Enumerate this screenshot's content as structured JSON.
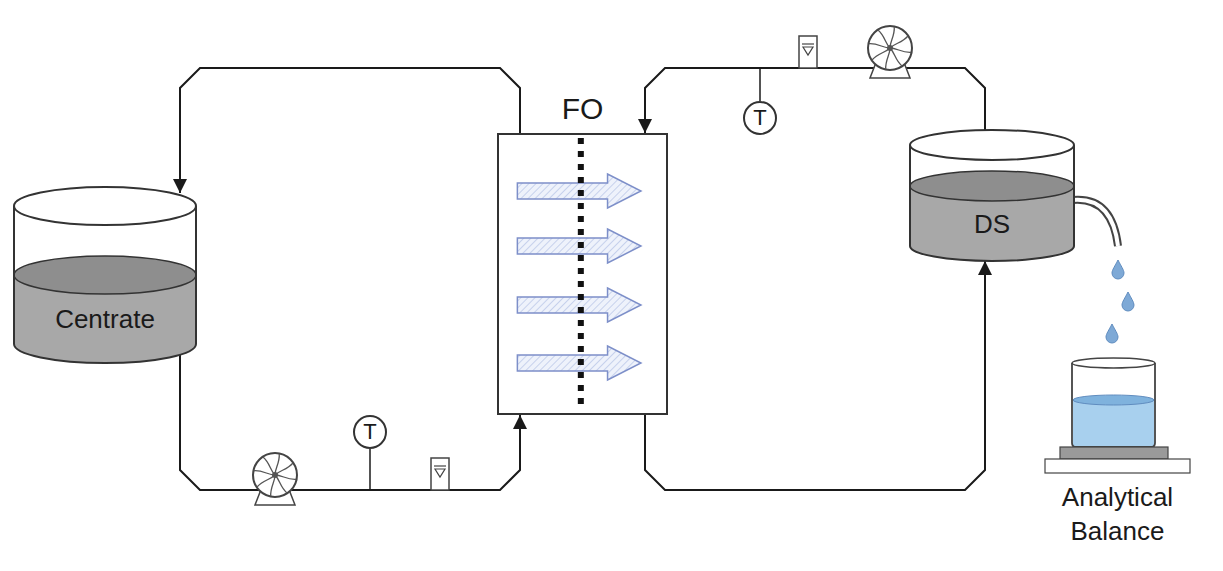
{
  "diagram": {
    "nodes": [
      {
        "text": [
          "Centrate"
        ]
      },
      {
        "text": [
          "FO"
        ]
      },
      {
        "text": [
          "DS"
        ]
      },
      {
        "text": [
          "Analytical Balance"
        ]
      },
      {
        "text": [
          "T"
        ]
      },
      {
        "text": [
          "T"
        ]
      }
    ],
    "edges": [
      {
        "from": 0,
        "to": 1,
        "arrow": "to"
      },
      {
        "from": 1,
        "to": 0,
        "arrow": "to"
      },
      {
        "from": 2,
        "to": 1,
        "arrow": "to"
      },
      {
        "from": 1,
        "to": 2,
        "arrow": "to"
      }
    ]
  }
}
